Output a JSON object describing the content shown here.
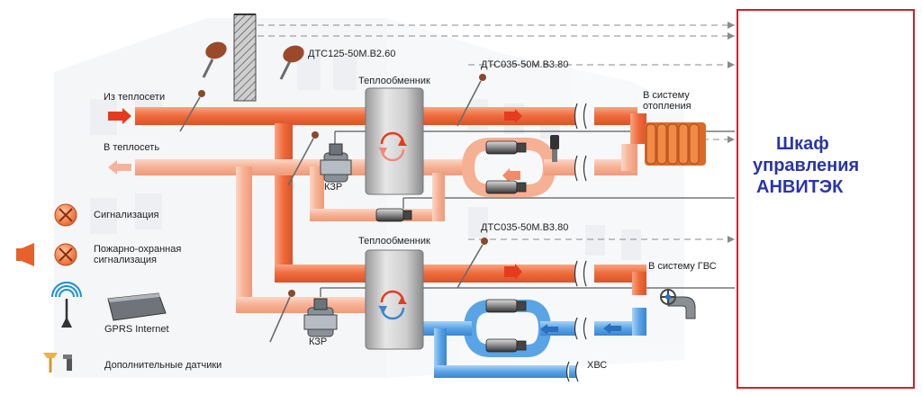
{
  "colors": {
    "hot_pipe": "#ef7a4c",
    "warm_pipe": "#f7b79a",
    "cold_pipe": "#5aa4e6",
    "cabinet_border": "#d4202a",
    "cabinet_text": "#2a35a8",
    "dashed_line": "#888888"
  },
  "labels": {
    "sensor_dts125": "ДТС125-50М.В2.60",
    "sensor_dts035_top": "ДТС035-50М.В3.80",
    "sensor_dts035_mid": "ДТС035-50М.В3.80",
    "from_network": "Из теплосети",
    "to_network": "В теплосеть",
    "heat_exchanger_top": "Теплообменник",
    "heat_exchanger_bottom": "Теплообменник",
    "heating_system_line1": "В систему",
    "heating_system_line2": "отопления",
    "hot_water_system": "В систему ГВС",
    "kzr_top": "КЗР",
    "kzr_bottom": "КЗР",
    "cold_water": "ХВС"
  },
  "legend": {
    "alarm": "Сигнализация",
    "fire_alarm_line1": "Пожарно-охранная",
    "fire_alarm_line2": "сигнализация",
    "gprs": "GPRS Internet",
    "extra_sensors": "Дополнительные датчики"
  },
  "cabinet": {
    "line1": "Шкаф",
    "line2": "управления",
    "line3": "АНВИТЭК"
  },
  "icons": [
    "alarm-icon",
    "siren-icon",
    "antenna-icon",
    "router-icon",
    "sensor-icon",
    "thermometer-icon",
    "radiator-icon",
    "faucet-icon",
    "pump-icon",
    "valve-icon",
    "pressure-sensor-icon"
  ]
}
